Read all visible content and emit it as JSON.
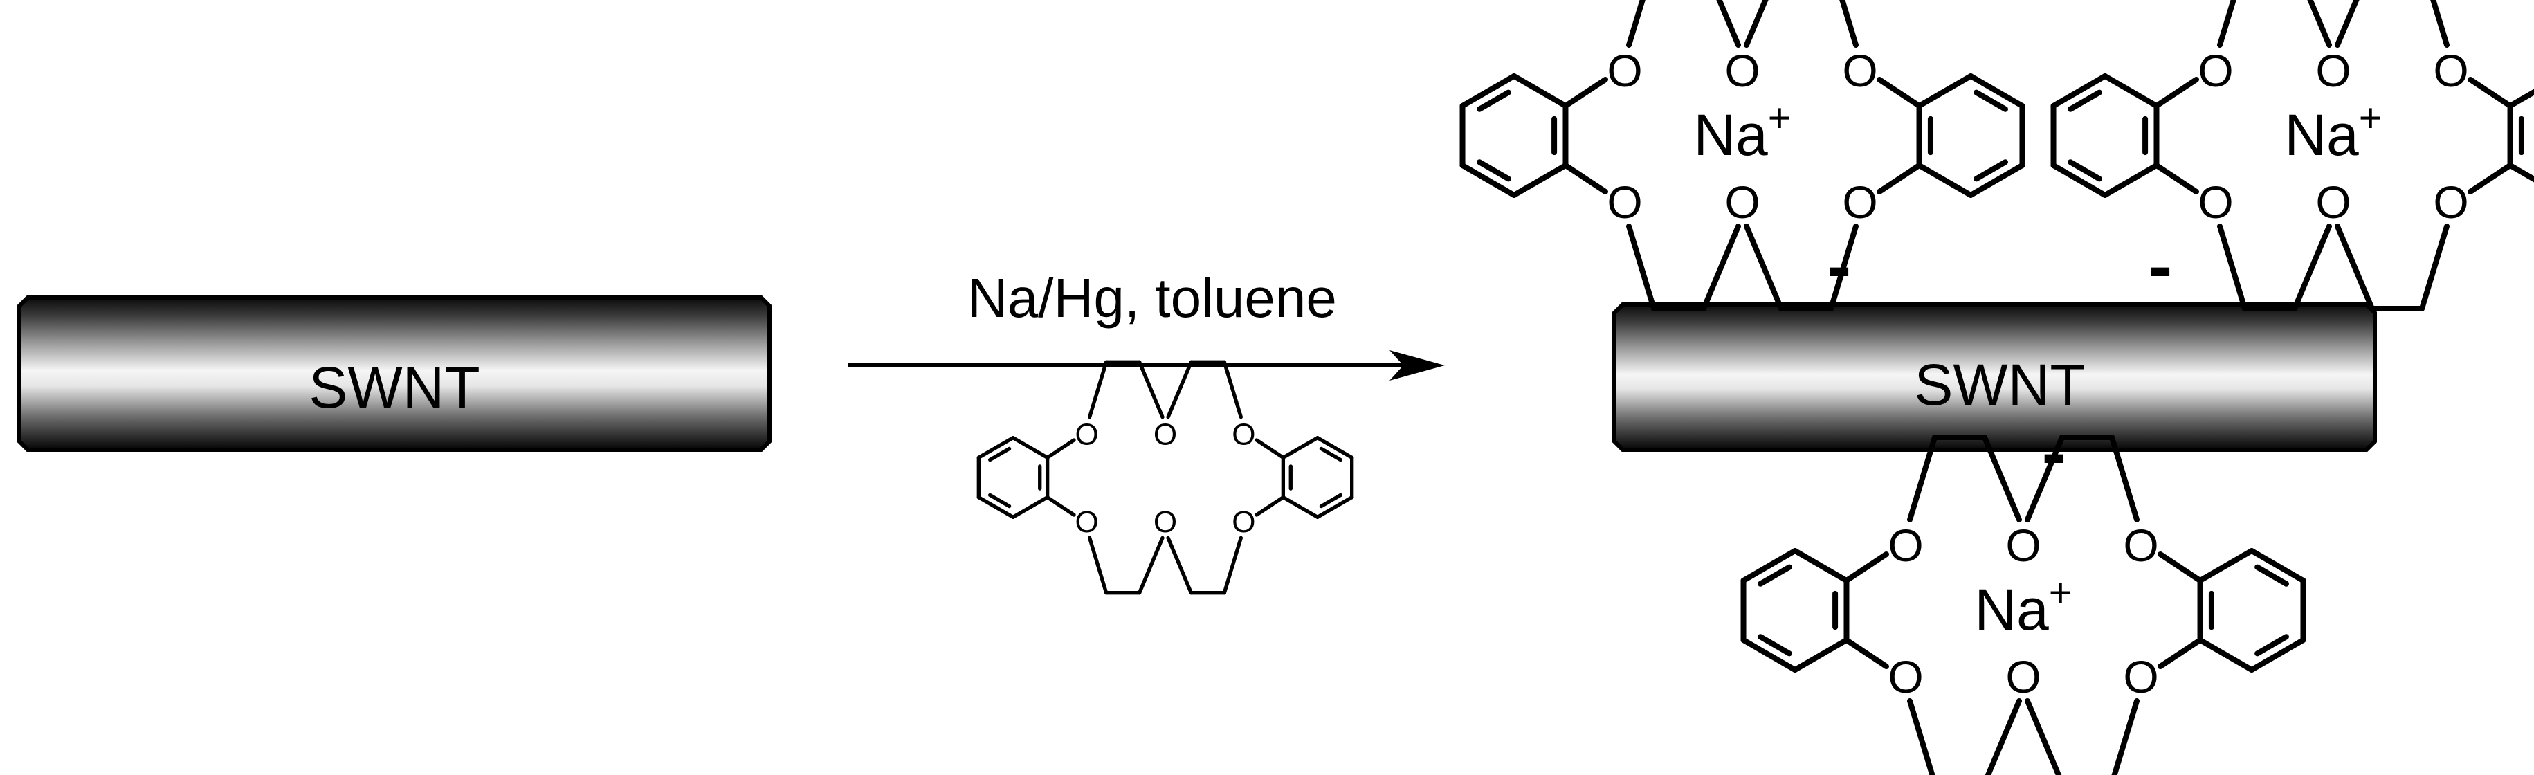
{
  "reactant": {
    "label": "SWNT"
  },
  "product": {
    "label": "SWNT"
  },
  "reaction": {
    "condition": "Na/Hg, toluene"
  },
  "crown_ether": {
    "oxygen_label": "O"
  },
  "complex": {
    "cation_label": "Na",
    "cation_charge": "+"
  },
  "nanotube_charge": "-",
  "colors": {
    "line": "#000000",
    "tube_dark": "#1a1a1a",
    "tube_light": "#f2f2f2"
  }
}
